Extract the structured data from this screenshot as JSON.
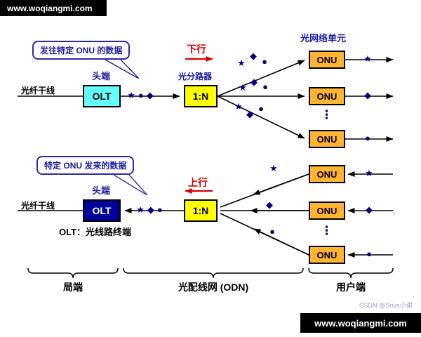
{
  "banner_top": {
    "text": "www.woqiangmi.com"
  },
  "banner_bottom": {
    "text": "www.woqiangmi.com"
  },
  "watermark": {
    "text": "CSDN @Srius小谢"
  },
  "colors": {
    "navy_symbol": "#00008B",
    "label_blue": "#1b1b9e",
    "olt_down_bg": "#63FFFF",
    "olt_up_bg": "#000099",
    "splitter_bg": "#FFFF00",
    "onu_bg": "#FFB434",
    "direction_red": "#D90000",
    "banner_bg": "#000000"
  },
  "downstream": {
    "callout": "发往特定 ONU 的数据",
    "head_end": "头端",
    "trunk": "光纤干线",
    "olt": "OLT",
    "trunk_symbols": "★●◆",
    "direction": "下行",
    "splitter_caption": "光分路器",
    "splitter": "1:N",
    "onu_caption": "光网络单元",
    "ellipsis": "⋮",
    "branches": [
      {
        "onu": "ONU",
        "sym1": "★",
        "sym2": "◆",
        "sym3": "●",
        "out": "★"
      },
      {
        "onu": "ONU",
        "sym1": "★",
        "sym2": "◆",
        "sym3": "●",
        "out": "◆"
      },
      {
        "onu": "ONU",
        "sym1": "★",
        "sym2": "◆",
        "sym3": "●",
        "out": "●"
      }
    ]
  },
  "upstream": {
    "callout": "特定 ONU 发来的数据",
    "head_end": "头端",
    "trunk": "光纤干线",
    "olt": "OLT",
    "trunk_symbols": "★◆●",
    "direction": "上行",
    "splitter": "1:N",
    "olt_note": "OLT：光线路终端",
    "ellipsis": "⋮",
    "branches": [
      {
        "onu": "ONU",
        "sym": "★",
        "in": "★"
      },
      {
        "onu": "ONU",
        "sym": "◆",
        "in": "◆"
      },
      {
        "onu": "ONU",
        "sym": "●",
        "in": "●"
      }
    ]
  },
  "groups": {
    "left": "局端",
    "middle": "光配线网 (ODN)",
    "right": "用户端"
  }
}
